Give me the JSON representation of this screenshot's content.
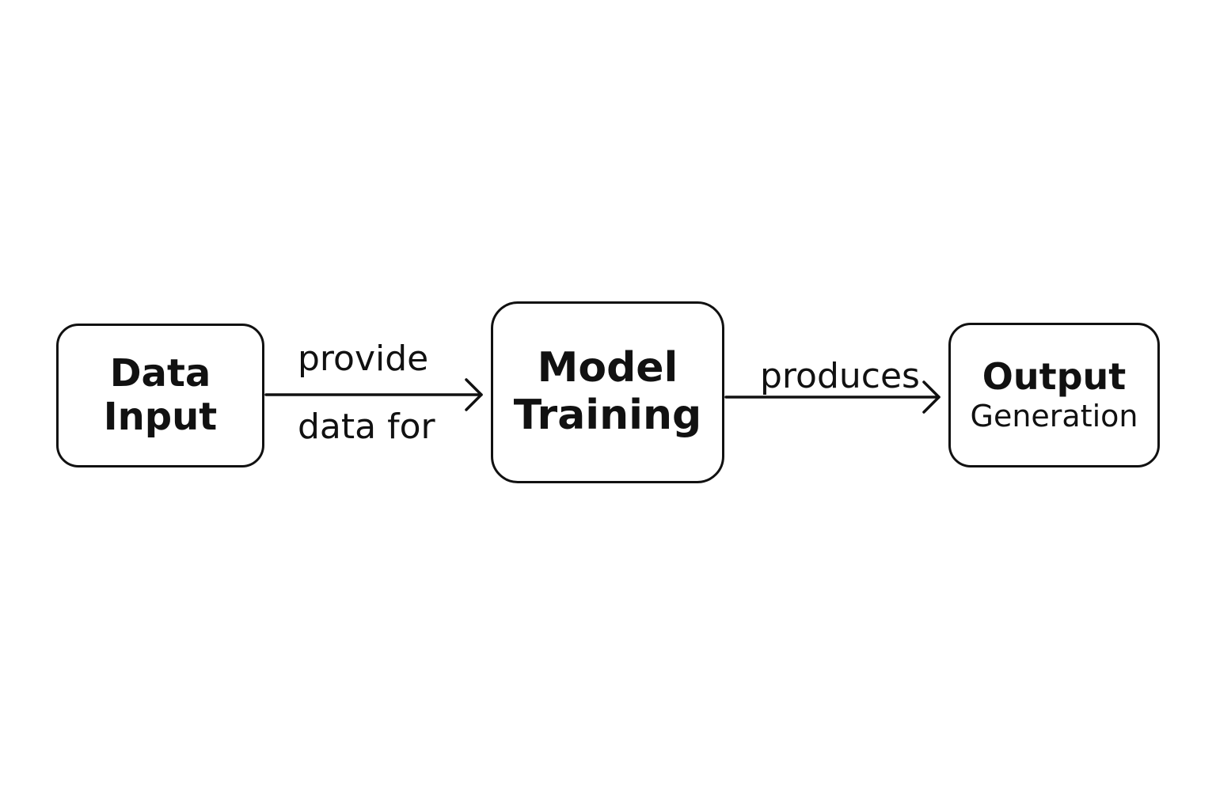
{
  "nodes": {
    "data_input": {
      "line1": "Data",
      "line2": "Input"
    },
    "model_training": {
      "line1": "Model",
      "line2": "Training"
    },
    "output_generation": {
      "line1": "Output",
      "line2": "Generation"
    }
  },
  "edges": {
    "input_to_training": {
      "label_top": "provide",
      "label_bottom": "data for"
    },
    "training_to_output": {
      "label": "produces"
    }
  },
  "colors": {
    "stroke": "#111111",
    "background": "#ffffff"
  }
}
